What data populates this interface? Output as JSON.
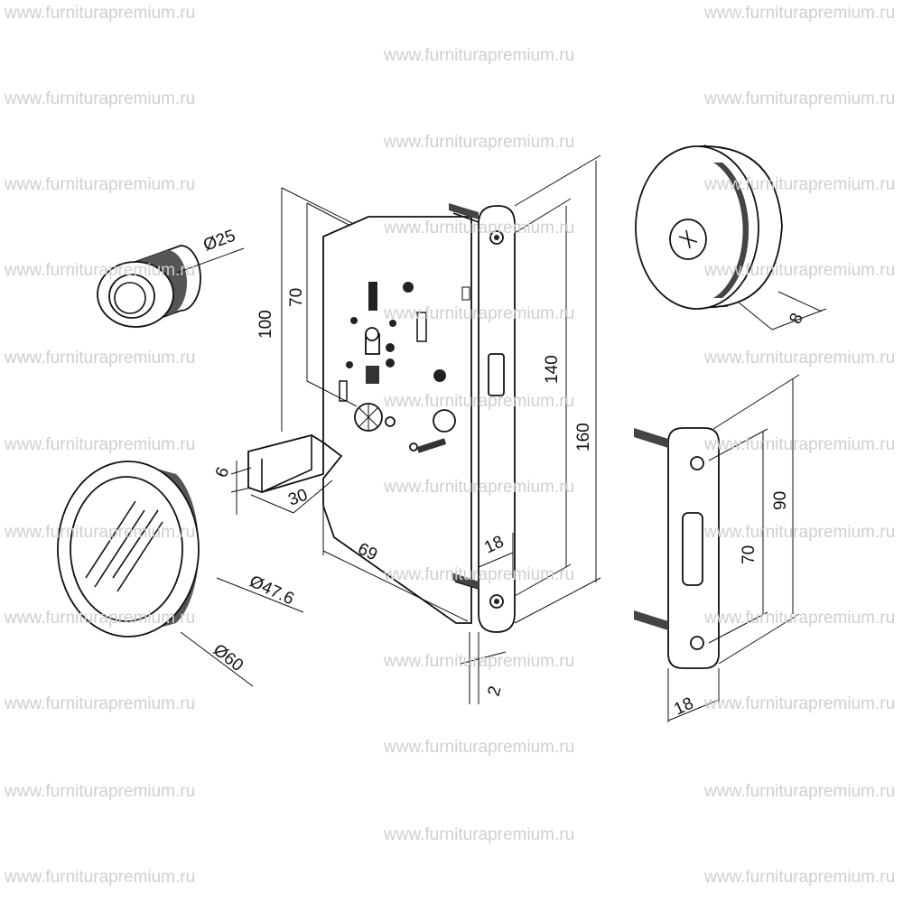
{
  "watermark": "www.furniturapremium.ru",
  "dimensions": {
    "cylinder_diameter": "Ø25",
    "lock_height_100": "100",
    "lock_height_70": "70",
    "bolt_height": "6",
    "bolt_length": "30",
    "backset": "69",
    "faceplate_width": "18",
    "faceplate_hole_distance": "140",
    "faceplate_length": "160",
    "knob_depth": "8",
    "handle_inner_diameter": "Ø47.6",
    "handle_outer_diameter": "Ø60",
    "faceplate_thickness": "2",
    "strike_hole_distance": "70",
    "strike_length": "90",
    "strike_width": "18"
  }
}
